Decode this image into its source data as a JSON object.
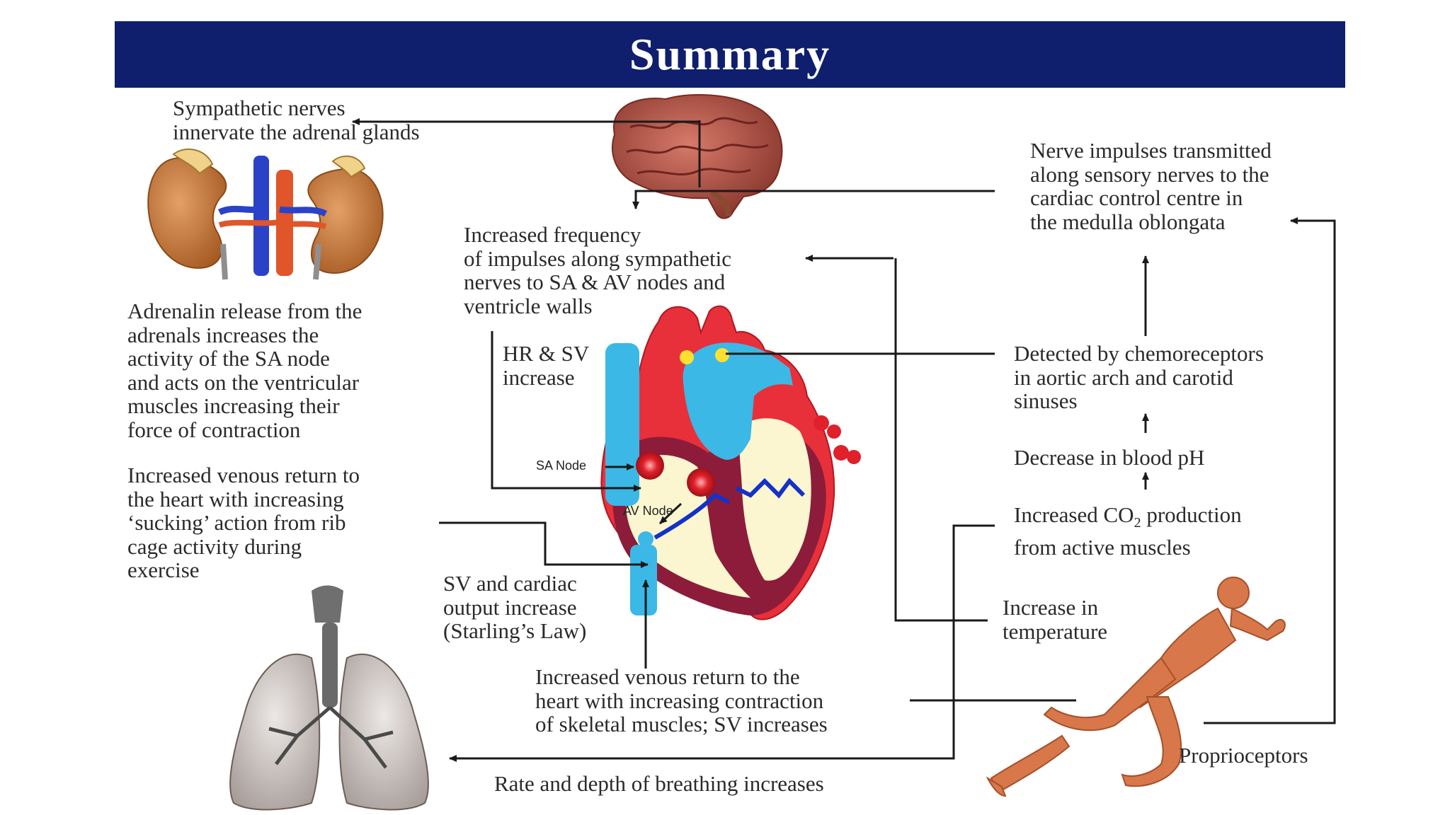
{
  "title": "Summary",
  "labels": {
    "sympathetic": "Sympathetic nerves\ninnervate the adrenal glands",
    "adrenalin": "Adrenalin release from the\nadrenals increases the\nactivity of the SA node\nand acts on the ventricular\nmuscles increasing their\nforce of contraction",
    "venous_rib": "Increased venous return to\nthe heart with increasing\n‘sucking’ action from rib\ncage activity during\nexercise",
    "increased_frequency": "Increased frequency\nof impulses along sympathetic\nnerves to SA & AV nodes and\nventricle walls",
    "hr_sv": "HR & SV\nincrease",
    "sv_cardiac": "SV and cardiac\noutput increase\n(Starling’s Law)",
    "venous_skeletal": "Increased venous return to the\nheart with increasing contraction\nof skeletal muscles; SV increases",
    "breathing": "Rate and depth of breathing increases",
    "nerve_impulses": "Nerve impulses transmitted\nalong sensory nerves to the\ncardiac control centre in\nthe medulla oblongata",
    "chemoreceptors": "Detected by chemoreceptors\nin aortic arch and carotid\nsinuses",
    "blood_ph": "Decrease in blood pH",
    "co2_line1": "Increased CO",
    "co2_sub": "2",
    "co2_line1_rest": " production",
    "co2_line2": "from active muscles",
    "temperature": "Increase in\ntemperature",
    "proprioceptors": "Proprioceptors",
    "sa_node": "SA Node",
    "av_node": "AV Node"
  },
  "colors": {
    "banner": "#0f1f6e",
    "arrow": "#1a1a1a",
    "heart_red": "#e8303a",
    "heart_wall": "#8c1c3a",
    "vessel_blue": "#3cb8e6",
    "muscle": "#d8774a",
    "kidney": "#c87a3a",
    "lung": "#9a8e8a",
    "brain": "#b8554a"
  },
  "icons": [
    "brain-illustration",
    "kidneys-illustration",
    "heart-illustration",
    "lungs-illustration",
    "runner-illustration"
  ]
}
